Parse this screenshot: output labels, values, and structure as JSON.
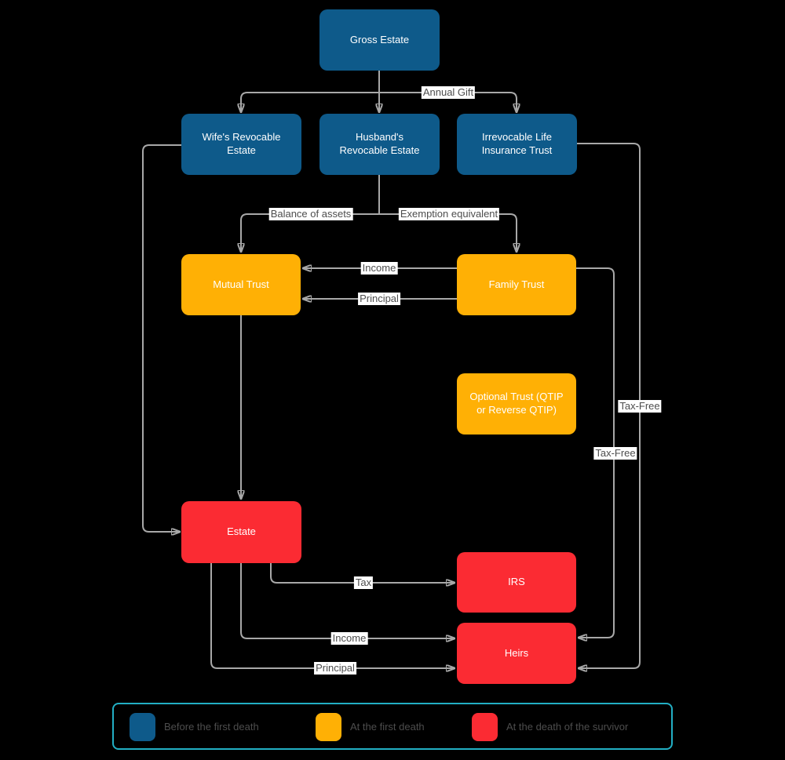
{
  "diagram": {
    "nodes": {
      "gross_estate": "Gross Estate",
      "wifes_revocable": "Wife's Revocable Estate",
      "husbands_revocable": "Husband's Revocable Estate",
      "ilit": "Irrevocable Life Insurance Trust",
      "mutual_trust": "Mutual Trust",
      "family_trust": "Family Trust",
      "optional_trust": "Optional Trust (QTIP or Reverse QTIP)",
      "estate": "Estate",
      "irs": "IRS",
      "heirs": "Heirs"
    },
    "edge_labels": {
      "annual_gift": "Annual Gift",
      "balance_of_assets": "Balance of assets",
      "exemption_equivalent": "Exemption equivalent",
      "income_trust": "Income",
      "principal_trust": "Principal",
      "tax": "Tax",
      "income_heirs": "Income",
      "principal_heirs": "Principal",
      "tax_free_ilit": "Tax-Free",
      "tax_free_family": "Tax-Free"
    },
    "colors": {
      "before_first_death": "#0E5A8A",
      "at_first_death": "#FFB005",
      "at_death_of_survivor": "#FB2B33",
      "edge_line": "#A8A8A8",
      "edge_label_text": "#4D4D4D",
      "legend_border": "#22AFC4",
      "background": "#000000",
      "node_text": "#FFFFFF"
    }
  },
  "legend": {
    "items": [
      {
        "label": "Before the first death",
        "color": "#0E5A8A"
      },
      {
        "label": "At the first death",
        "color": "#FFB005"
      },
      {
        "label": "At the death of the survivor",
        "color": "#FB2B33"
      }
    ]
  }
}
